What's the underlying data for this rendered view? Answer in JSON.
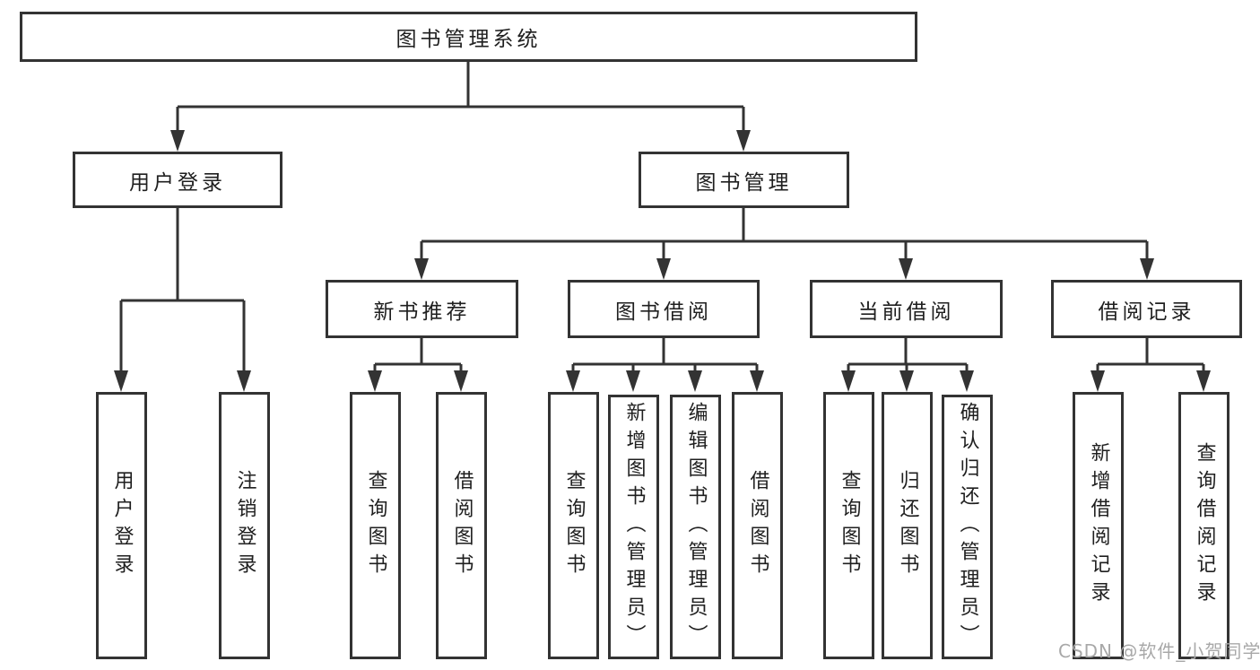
{
  "diagram_title": "图书管理系统",
  "tree": {
    "root": {
      "label": "图书管理系统"
    },
    "user_login": {
      "label": "用户登录",
      "children": [
        {
          "label": "用户登录"
        },
        {
          "label": "注销登录"
        }
      ]
    },
    "book_management": {
      "label": "图书管理",
      "sections": {
        "new_book_recommend": {
          "label": "新书推荐",
          "children": [
            {
              "label": "查询图书"
            },
            {
              "label": "借阅图书"
            }
          ]
        },
        "book_borrowing": {
          "label": "图书借阅",
          "children": [
            {
              "label": "查询图书"
            },
            {
              "label": "新增图书（管理员）"
            },
            {
              "label": "编辑图书（管理员）"
            },
            {
              "label": "借阅图书"
            }
          ]
        },
        "current_borrowing": {
          "label": "当前借阅",
          "children": [
            {
              "label": "查询图书"
            },
            {
              "label": "归还图书"
            },
            {
              "label": "确认归还（管理员）"
            }
          ]
        },
        "borrowing_records": {
          "label": "借阅记录",
          "children": [
            {
              "label": "新增借阅记录"
            },
            {
              "label": "查询借阅记录"
            }
          ]
        }
      }
    }
  },
  "watermark": "CSDN @软件_小贺同学",
  "colors": {
    "line": "#333333",
    "text": "#1f1f1f",
    "background": "#ffffff",
    "watermark": "#a8a8a8"
  }
}
